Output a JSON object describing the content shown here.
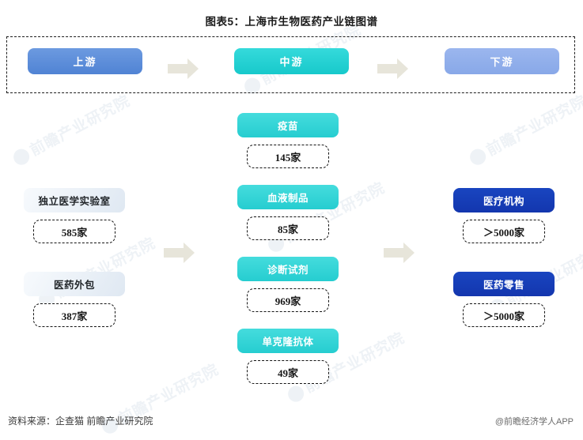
{
  "title": "图表5：上海市生物医药产业链图谱",
  "stages": [
    {
      "label": "上游",
      "color": "#5083d4"
    },
    {
      "label": "中游",
      "color": "#17c9cb"
    },
    {
      "label": "下游",
      "color": "#88a8e8"
    }
  ],
  "arrows": {
    "icon": "right-arrow-icon",
    "color": "#e7e5da"
  },
  "columns": {
    "upstream": {
      "nodes": [
        {
          "label": "独立医学实验室",
          "count": "585家"
        },
        {
          "label": "医药外包",
          "count": "387家"
        }
      ]
    },
    "midstream": {
      "nodes": [
        {
          "label": "疫苗",
          "count": "145家"
        },
        {
          "label": "血液制品",
          "count": "85家"
        },
        {
          "label": "诊断试剂",
          "count": "969家"
        },
        {
          "label": "单克隆抗体",
          "count": "49家"
        }
      ]
    },
    "downstream": {
      "nodes": [
        {
          "label": "医疗机构",
          "count": "＞5000家"
        },
        {
          "label": "医药零售",
          "count": "＞5000家"
        }
      ]
    }
  },
  "footer": {
    "source": "资料来源：企查猫 前瞻产业研究院",
    "attribution": "@前瞻经济学人APP"
  },
  "watermark": {
    "text": "前瞻产业研究院"
  }
}
